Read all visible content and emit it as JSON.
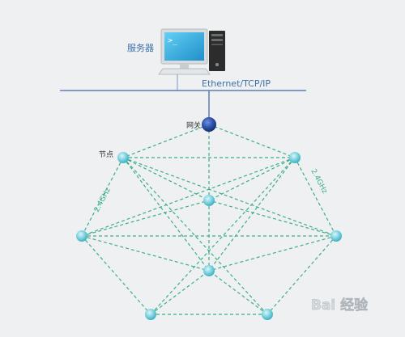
{
  "server": {
    "label": "服务器"
  },
  "bus": {
    "label": "Ethernet/TCP/IP"
  },
  "gateway": {
    "label": "网关"
  },
  "node": {
    "label": "节点"
  },
  "links": {
    "left_label": "2.4GHz",
    "right_label": "2.4GHz"
  },
  "watermark": {
    "text": "Bai 经验"
  },
  "colors": {
    "background": "#eef0f1",
    "bus_line": "#5a7fb0",
    "link": "#3fae88",
    "node_fill": "#7fd3df",
    "gateway_fill": "#2b4fa8",
    "monitor_screen": "#2bb0e6",
    "label_text": "#3f6fa8",
    "tower": "#2c2c2c"
  }
}
